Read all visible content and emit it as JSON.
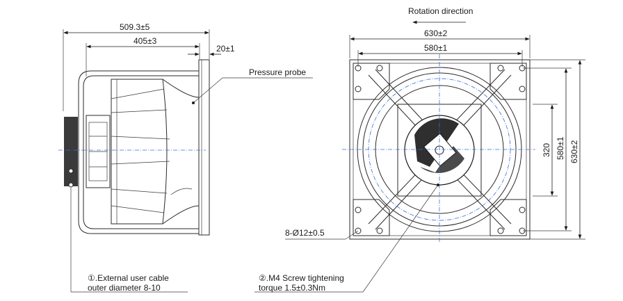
{
  "labels": {
    "rotation_direction": "Rotation direction",
    "side_overall_width": "509.3±5",
    "side_body_width": "405±3",
    "side_flange": "20±1",
    "pressure_probe": "Pressure probe",
    "front_width": "630±2",
    "front_hole_spacing": "580±1",
    "front_height": "630±2",
    "front_hole_spacing_v": "580±1",
    "front_hub": "320",
    "holes": "8-Ø12±0.5",
    "note1_line1": "①.External user cable",
    "note1_line2": "outer diameter 8-10",
    "note2_line1": "②.M4 Screw tightening",
    "note2_line2": "torque 1.5±0.3Nm"
  }
}
